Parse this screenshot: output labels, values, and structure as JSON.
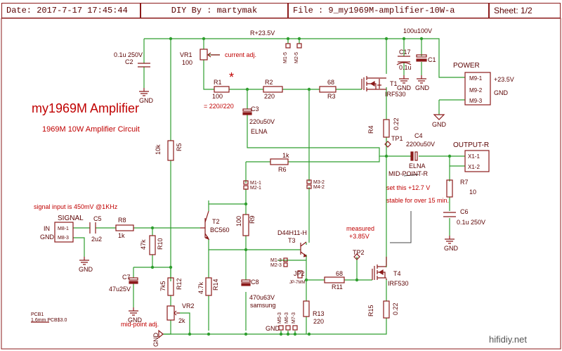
{
  "title_block": {
    "date": "Date: 2017-7-17 17:45:44",
    "author": "DIY By : martymak",
    "file": "File : 9_my1969M-amplifier-10W-a",
    "sheet": "Sheet: 1/2"
  },
  "heading": {
    "title": "my1969M Amplifier",
    "subtitle": "1969M 10W Amplifier Circuit"
  },
  "rails": {
    "supply": "R+23.5V",
    "ground": "GND"
  },
  "notes": {
    "current_adj": "current adj.",
    "asterisk": "*",
    "r1_value_note": "= 220//220",
    "signal_input": "signal input is 450mV @1KHz",
    "set_midpoint": "set this +12.7 V",
    "stable": "stable for over 15 min.",
    "measured_1": "measured",
    "measured_2": "+3.85V",
    "midpoint_adj": "mid-point adj.",
    "pcb_1": "PCB1",
    "pcb_2": "1.6mm PCB$3.0",
    "watermark": "hifidiy.net"
  },
  "components": {
    "c2": {
      "ref": "C2",
      "value": "0.1u 250V"
    },
    "vr1": {
      "ref": "VR1",
      "value": "100"
    },
    "r1": {
      "ref": "R1",
      "value": "100"
    },
    "r2": {
      "ref": "R2",
      "value": "220"
    },
    "r3": {
      "ref": "R3",
      "value": "68"
    },
    "c3": {
      "ref": "C3",
      "value": "220u50V",
      "brand": "ELNA"
    },
    "c17": {
      "ref": "C17",
      "value": "0.1u"
    },
    "c1": {
      "ref": "C1",
      "value": "100u100V"
    },
    "t1": {
      "ref": "T1",
      "part": "IRF530"
    },
    "r4": {
      "ref": "R4",
      "value": "0.22"
    },
    "tp1": {
      "ref": "TP1"
    },
    "c4": {
      "ref": "C4",
      "value": "2200u50V",
      "brand": "ELNA"
    },
    "r5": {
      "ref": "R5",
      "value": "10k"
    },
    "r6": {
      "ref": "R6",
      "value": "1k"
    },
    "r7": {
      "ref": "R7",
      "value": "10"
    },
    "c6": {
      "ref": "C6",
      "value": "0.1u 250V"
    },
    "c5": {
      "ref": "C5",
      "value": "2u2"
    },
    "r8": {
      "ref": "R8",
      "value": "1k"
    },
    "t2": {
      "ref": "T2",
      "part": "BC560"
    },
    "r9": {
      "ref": "R9",
      "value": "100"
    },
    "t3": {
      "ref": "T3",
      "part": "D44H11-H"
    },
    "r10": {
      "ref": "R10",
      "value": "47k"
    },
    "c7": {
      "ref": "C7",
      "value": "47u25V"
    },
    "r12": {
      "ref": "R12",
      "value": "7k5"
    },
    "r14": {
      "ref": "R14",
      "value": "4.7k"
    },
    "c8": {
      "ref": "C8",
      "value": "470u63V",
      "brand": "samsung"
    },
    "vr2": {
      "ref": "VR2",
      "value": "2k"
    },
    "jp2": {
      "ref": "JP2",
      "part": "JP-7MM"
    },
    "r11": {
      "ref": "R11",
      "value": "68"
    },
    "r13": {
      "ref": "R13",
      "value": "220"
    },
    "tp2": {
      "ref": "TP2"
    },
    "t4": {
      "ref": "T4",
      "part": "IRF530"
    },
    "r15": {
      "ref": "R15",
      "value": "0.22"
    }
  },
  "connectors": {
    "power": {
      "title": "POWER",
      "pins": [
        "M9-1",
        "M9-2",
        "M9-3"
      ],
      "labels": [
        "+23.5V",
        "GND"
      ]
    },
    "output": {
      "title": "OUTPUT-R",
      "pins": [
        "X1-1",
        "X1-2"
      ],
      "net": "MID-POINT-R"
    },
    "signal": {
      "title": "SIGNAL",
      "pins": [
        "M8-1",
        "M8-3"
      ],
      "labels": [
        "IN",
        "GND"
      ]
    }
  },
  "mount_points": {
    "m1_5": "M1-5",
    "m2_5": "M2-5",
    "m1_1": "M1-1",
    "m2_1": "M2-1",
    "m3_2": "M3-2",
    "m4_2": "M4-2",
    "m1_3": "M1-3",
    "m2_3": "M2-3",
    "m5_3": "M5-3",
    "m6_3": "M6-3",
    "m7_3": "M7-3"
  },
  "colors": {
    "wire": "#2e9e2e",
    "component": "#8b1a1a",
    "text": "#5a0000",
    "accent": "#c00000",
    "note_line": "#444444"
  }
}
